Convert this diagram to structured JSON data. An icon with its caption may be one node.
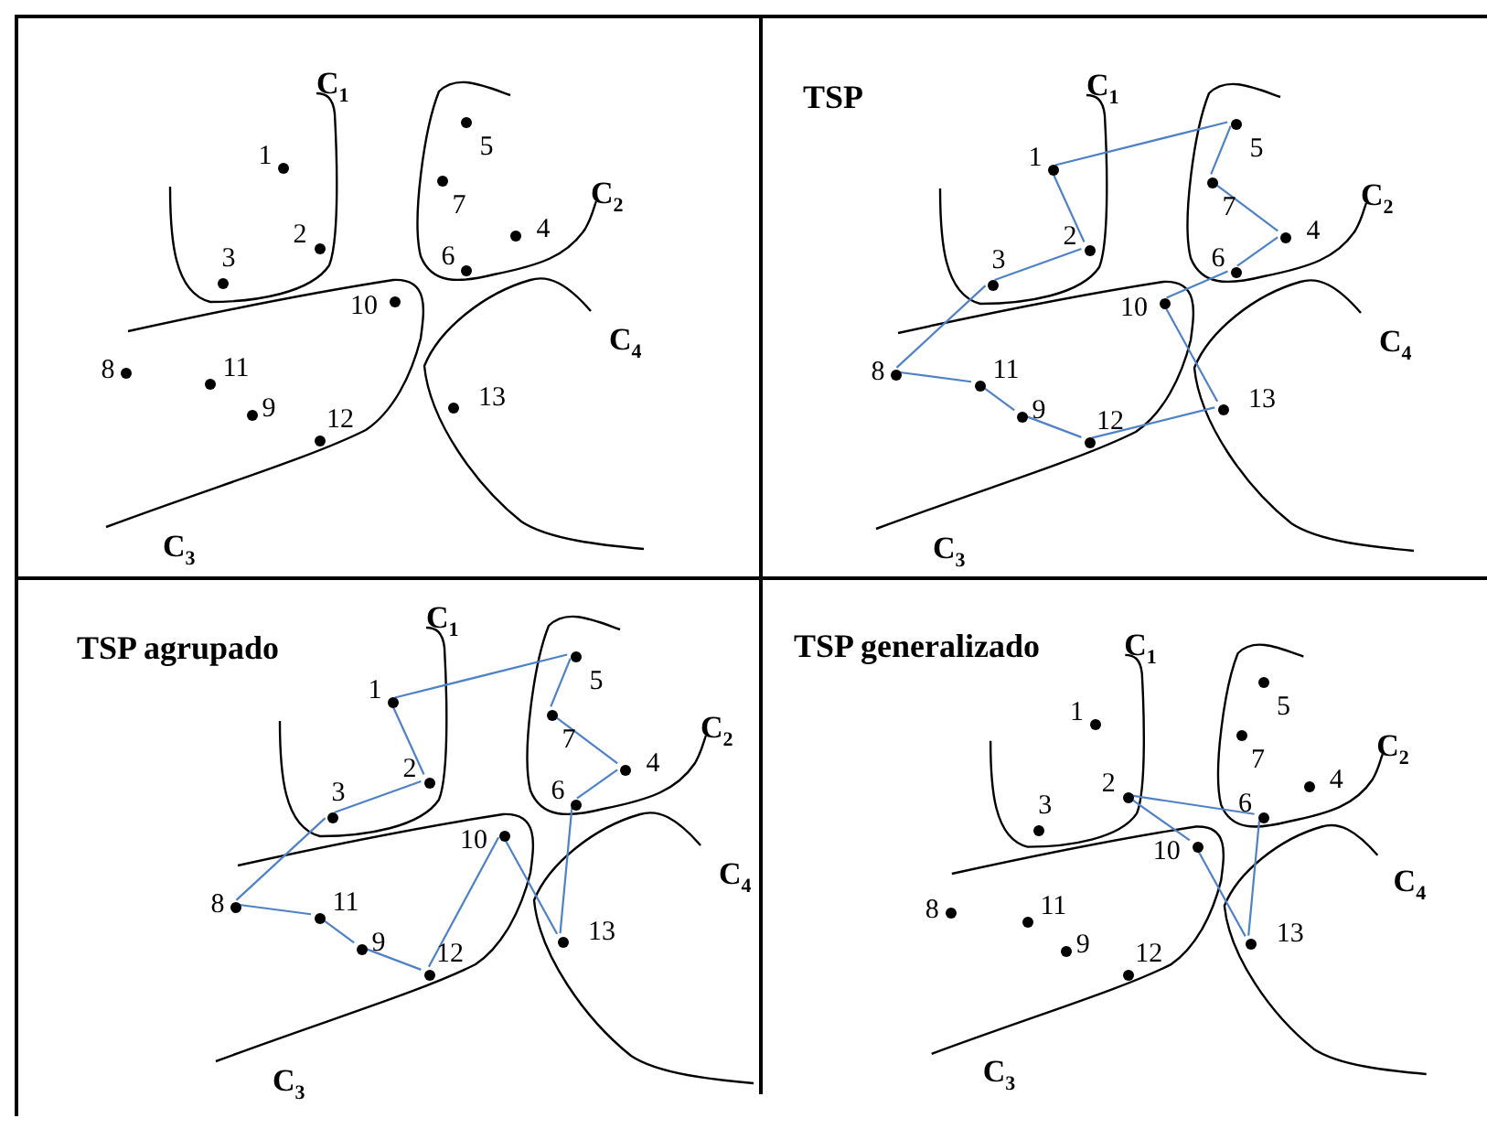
{
  "diagram": {
    "nodes": [
      {
        "text": [],
        "shape": "box"
      },
      {
        "text": [
          "1"
        ],
        "in": 0
      },
      {
        "text": [
          "2"
        ],
        "in": 0
      },
      {
        "text": [
          "3"
        ],
        "in": 0
      },
      {
        "text": [
          "4"
        ],
        "in": 0
      },
      {
        "text": [
          "5"
        ],
        "in": 0
      },
      {
        "text": [
          "6"
        ],
        "in": 0
      },
      {
        "text": [
          "7"
        ],
        "in": 0
      },
      {
        "text": [
          "8"
        ],
        "in": 0
      },
      {
        "text": [
          "9"
        ],
        "in": 0
      },
      {
        "text": [
          "10"
        ],
        "in": 0
      },
      {
        "text": [
          "11"
        ],
        "in": 0
      },
      {
        "text": [
          "12"
        ],
        "in": 0
      },
      {
        "text": [
          "13"
        ],
        "in": 0
      },
      {
        "text": [
          "TSP"
        ]
      },
      {
        "text": [
          "1"
        ],
        "in": 14
      },
      {
        "text": [
          "2"
        ],
        "in": 14
      },
      {
        "text": [
          "3"
        ],
        "in": 14
      },
      {
        "text": [
          "4"
        ],
        "in": 14
      },
      {
        "text": [
          "5"
        ],
        "in": 14
      },
      {
        "text": [
          "6"
        ],
        "in": 14
      },
      {
        "text": [
          "7"
        ],
        "in": 14
      },
      {
        "text": [
          "8"
        ],
        "in": 14
      },
      {
        "text": [
          "9"
        ],
        "in": 14
      },
      {
        "text": [
          "10"
        ],
        "in": 14
      },
      {
        "text": [
          "11"
        ],
        "in": 14
      },
      {
        "text": [
          "12"
        ],
        "in": 14
      },
      {
        "text": [
          "13"
        ],
        "in": 14
      },
      {
        "text": [
          "TSP agrupado"
        ]
      },
      {
        "text": [
          "1"
        ],
        "in": 28
      },
      {
        "text": [
          "2"
        ],
        "in": 28
      },
      {
        "text": [
          "3"
        ],
        "in": 28
      },
      {
        "text": [
          "4"
        ],
        "in": 28
      },
      {
        "text": [
          "5"
        ],
        "in": 28
      },
      {
        "text": [
          "6"
        ],
        "in": 28
      },
      {
        "text": [
          "7"
        ],
        "in": 28
      },
      {
        "text": [
          "8"
        ],
        "in": 28
      },
      {
        "text": [
          "9"
        ],
        "in": 28
      },
      {
        "text": [
          "10"
        ],
        "in": 28
      },
      {
        "text": [
          "11"
        ],
        "in": 28
      },
      {
        "text": [
          "12"
        ],
        "in": 28
      },
      {
        "text": [
          "13"
        ],
        "in": 28
      },
      {
        "text": [
          "TSP generalizado"
        ]
      },
      {
        "text": [
          "1"
        ],
        "in": 42
      },
      {
        "text": [
          "2"
        ],
        "in": 42
      },
      {
        "text": [
          "3"
        ],
        "in": 42
      },
      {
        "text": [
          "4"
        ],
        "in": 42
      },
      {
        "text": [
          "5"
        ],
        "in": 42
      },
      {
        "text": [
          "6"
        ],
        "in": 42
      },
      {
        "text": [
          "7"
        ],
        "in": 42
      },
      {
        "text": [
          "8"
        ],
        "in": 42
      },
      {
        "text": [
          "9"
        ],
        "in": 42
      },
      {
        "text": [
          "10"
        ],
        "in": 42
      },
      {
        "text": [
          "11"
        ],
        "in": 42
      },
      {
        "text": [
          "12"
        ],
        "in": 42
      },
      {
        "text": [
          "13"
        ],
        "in": 42
      }
    ],
    "edges": [
      {
        "from": 15,
        "to": 19,
        "arrow": "none"
      },
      {
        "from": 19,
        "to": 21,
        "arrow": "none"
      },
      {
        "from": 21,
        "to": 18,
        "arrow": "none"
      },
      {
        "from": 18,
        "to": 20,
        "arrow": "none"
      },
      {
        "from": 20,
        "to": 24,
        "arrow": "none"
      },
      {
        "from": 24,
        "to": 27,
        "arrow": "none"
      },
      {
        "from": 27,
        "to": 26,
        "arrow": "none"
      },
      {
        "from": 26,
        "to": 23,
        "arrow": "none"
      },
      {
        "from": 23,
        "to": 25,
        "arrow": "none"
      },
      {
        "from": 25,
        "to": 22,
        "arrow": "none"
      },
      {
        "from": 22,
        "to": 17,
        "arrow": "none"
      },
      {
        "from": 17,
        "to": 16,
        "arrow": "none"
      },
      {
        "from": 16,
        "to": 15,
        "arrow": "none"
      },
      {
        "from": 29,
        "to": 33,
        "arrow": "none"
      },
      {
        "from": 33,
        "to": 35,
        "arrow": "none"
      },
      {
        "from": 35,
        "to": 32,
        "arrow": "none"
      },
      {
        "from": 32,
        "to": 34,
        "arrow": "none"
      },
      {
        "from": 34,
        "to": 41,
        "arrow": "none"
      },
      {
        "from": 41,
        "to": 38,
        "arrow": "none"
      },
      {
        "from": 38,
        "to": 40,
        "arrow": "none"
      },
      {
        "from": 40,
        "to": 37,
        "arrow": "none"
      },
      {
        "from": 37,
        "to": 39,
        "arrow": "none"
      },
      {
        "from": 39,
        "to": 36,
        "arrow": "none"
      },
      {
        "from": 36,
        "to": 31,
        "arrow": "none"
      },
      {
        "from": 31,
        "to": 30,
        "arrow": "none"
      },
      {
        "from": 30,
        "to": 29,
        "arrow": "none"
      },
      {
        "from": 44,
        "to": 48,
        "arrow": "none"
      },
      {
        "from": 48,
        "to": 55,
        "arrow": "none"
      },
      {
        "from": 55,
        "to": 52,
        "arrow": "none"
      },
      {
        "from": 52,
        "to": 44,
        "arrow": "none"
      }
    ],
    "labels": [
      "C$_{1}$",
      "C$_{2}$",
      "C$_{4}$",
      "C$_{3}$",
      "C$_{1}$",
      "C$_{2}$",
      "C$_{4}$",
      "C$_{3}$",
      "C$_{1}$",
      "C$_{2}$",
      "C$_{4}$",
      "C$_{3}$",
      "C$_{1}$",
      "C$_{2}$",
      "C$_{4}$",
      "C$_{3}$"
    ]
  }
}
